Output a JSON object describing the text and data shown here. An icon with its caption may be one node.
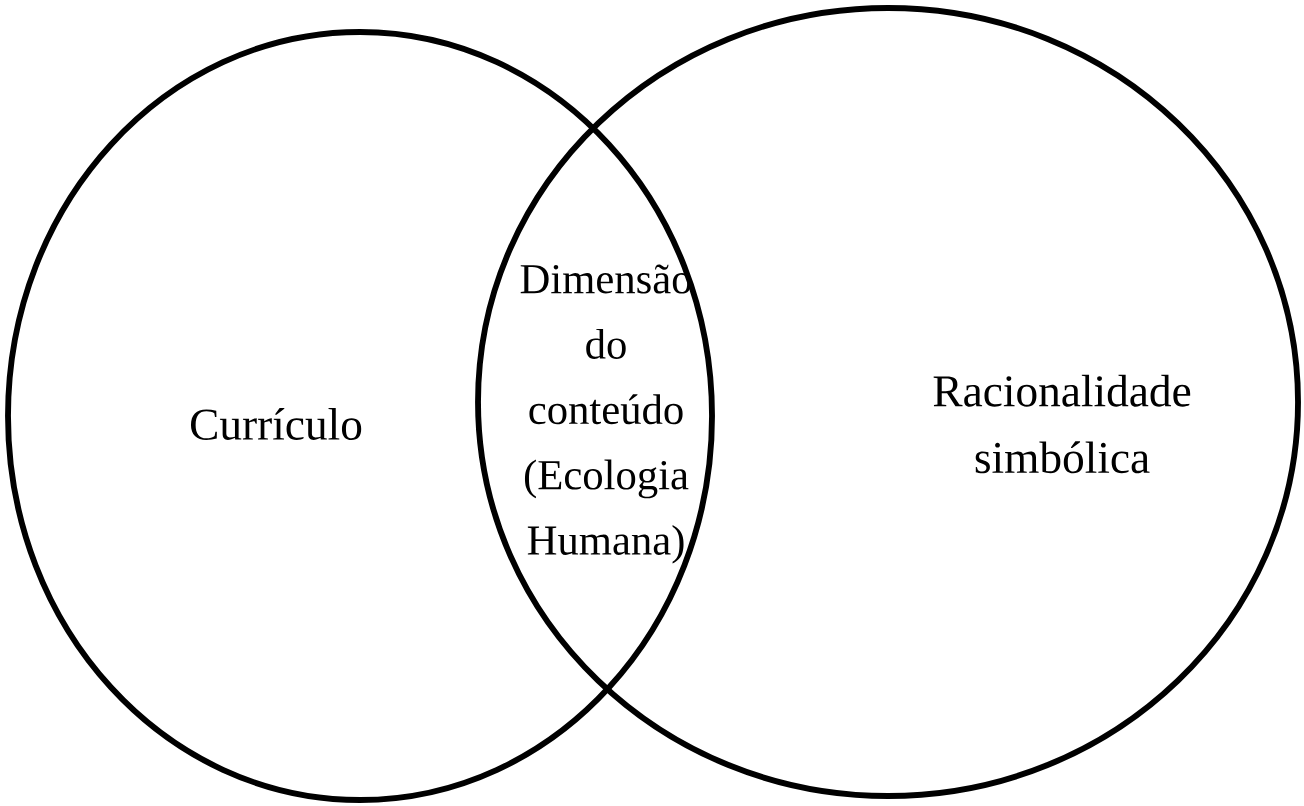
{
  "diagram": {
    "nodes": [
      {
        "text": [
          "Currículo"
        ]
      },
      {
        "text": [
          "Racionalidade simbólica"
        ]
      }
    ],
    "labels": [
      "Dimensão do conteúdo (Ecologia Humana)"
    ]
  }
}
